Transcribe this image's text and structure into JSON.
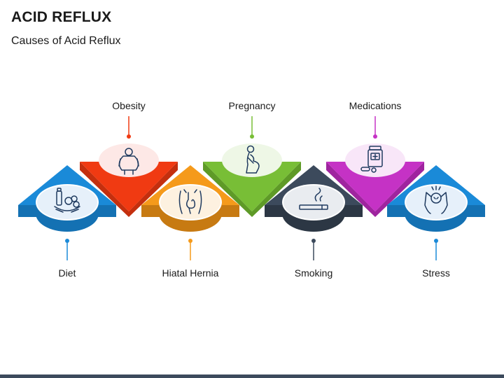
{
  "slide": {
    "title": "ACID REFLUX",
    "subtitle": "Causes of Acid Reflux"
  },
  "causes": [
    {
      "label": "Diet",
      "icon": "food-icon",
      "color": "#1a8ad8",
      "side": "#1471b3",
      "position": "bottom"
    },
    {
      "label": "Obesity",
      "icon": "obese-person-icon",
      "color": "#f03a12",
      "side": "#c42f0e",
      "position": "top"
    },
    {
      "label": "Hiatal Hernia",
      "icon": "stomach-icon",
      "color": "#f59a1b",
      "side": "#c77a12",
      "position": "bottom"
    },
    {
      "label": "Pregnancy",
      "icon": "pregnant-woman-icon",
      "color": "#78be36",
      "side": "#5e9a27",
      "position": "top"
    },
    {
      "label": "Smoking",
      "icon": "cigarette-icon",
      "color": "#3c4a5c",
      "side": "#2c3744",
      "position": "bottom"
    },
    {
      "label": "Medications",
      "icon": "pill-bottle-icon",
      "color": "#c532c5",
      "side": "#9f249f",
      "position": "top"
    },
    {
      "label": "Stress",
      "icon": "stressed-person-icon",
      "color": "#1a8ad8",
      "side": "#1471b3",
      "position": "bottom"
    }
  ]
}
